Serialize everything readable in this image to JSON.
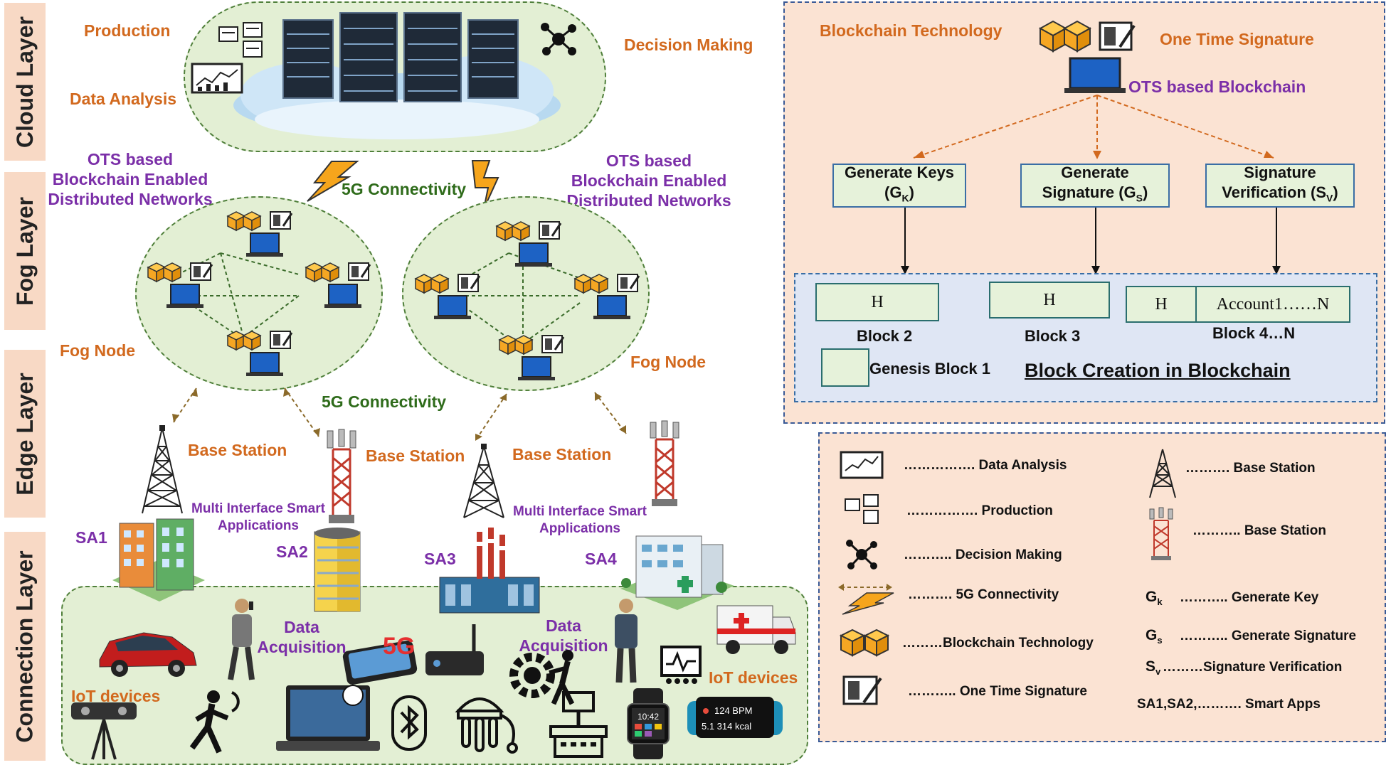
{
  "layers": [
    "Cloud Layer",
    "Fog Layer",
    "Edge Layer",
    "Connection Layer"
  ],
  "cloud": {
    "production": "Production",
    "data_analysis": "Data Analysis",
    "decision_making": "Decision Making"
  },
  "fog": {
    "ots_left": [
      "OTS based",
      "Blockchain Enabled",
      "Distributed Networks"
    ],
    "ots_right": [
      "OTS based",
      "Blockchain Enabled",
      "Distributed Networks"
    ],
    "connectivity_top": "5G Connectivity",
    "fog_node_left": "Fog Node",
    "fog_node_right": "Fog Node"
  },
  "edge": {
    "connectivity": "5G Connectivity",
    "base_stations": [
      "Base Station",
      "Base Station",
      "Base Station"
    ],
    "multi_left": [
      "Multi Interface Smart",
      "Applications"
    ],
    "multi_right": [
      "Multi Interface Smart",
      "Applications"
    ]
  },
  "connection": {
    "apps": [
      "SA1",
      "SA2",
      "SA3",
      "SA4"
    ],
    "data_acq_left": [
      "Data",
      "Acquisition"
    ],
    "data_acq_right": [
      "Data",
      "Acquisition"
    ],
    "iot_left": "IoT devices",
    "iot_right": "IoT devices",
    "watch_bpm": "124 BPM",
    "watch_kcal": "5.1  314 kcal",
    "phone_label": "5G",
    "watch_time": "10:42"
  },
  "blockchain": {
    "title": "Blockchain Technology",
    "ots": "One Time Signature",
    "ots_based": "OTS based Blockchain",
    "gen_keys": [
      "Generate Keys",
      "(G",
      "K",
      ")"
    ],
    "gen_sig": [
      "Generate",
      "Signature (G",
      "S",
      ")"
    ],
    "sig_ver": [
      "Signature",
      "Verification (S",
      "V",
      ")"
    ],
    "h": "H",
    "account": "Account1……N",
    "block2": "Block 2",
    "block3": "Block 3",
    "block4": "Block 4…N",
    "genesis": "Genesis Block 1",
    "creation": "Block Creation in Blockchain"
  },
  "legend": {
    "data_analysis": "……………. Data Analysis",
    "production": "……………. Production",
    "decision": "……….. Decision Making",
    "connectivity": "……….  5G Connectivity",
    "blockchain": "………Blockchain Technology",
    "ots": "……….. One Time Signature",
    "base1": "……….  Base Station",
    "base2": "………..  Base Station",
    "gk_sym": "G",
    "gk_sub": "k",
    "gk_text": "………..  Generate Key",
    "gs_sym": "G",
    "gs_sub": "s",
    "gs_text": "………..  Generate Signature",
    "sv_sym": "S",
    "sv_sub": "v",
    "sv_text": "………Signature Verification",
    "sa_text": "SA1,SA2,……….   Smart Apps"
  },
  "colors": {
    "layer_tab": "#f8d9c5",
    "ellipse_fill": "#e3efd4",
    "panel_fill": "#fbe3d3",
    "block_area": "#dfe6f4",
    "label_orange": "#d2691e",
    "label_purple": "#7b2fa8",
    "label_green": "#2e6b1a"
  }
}
